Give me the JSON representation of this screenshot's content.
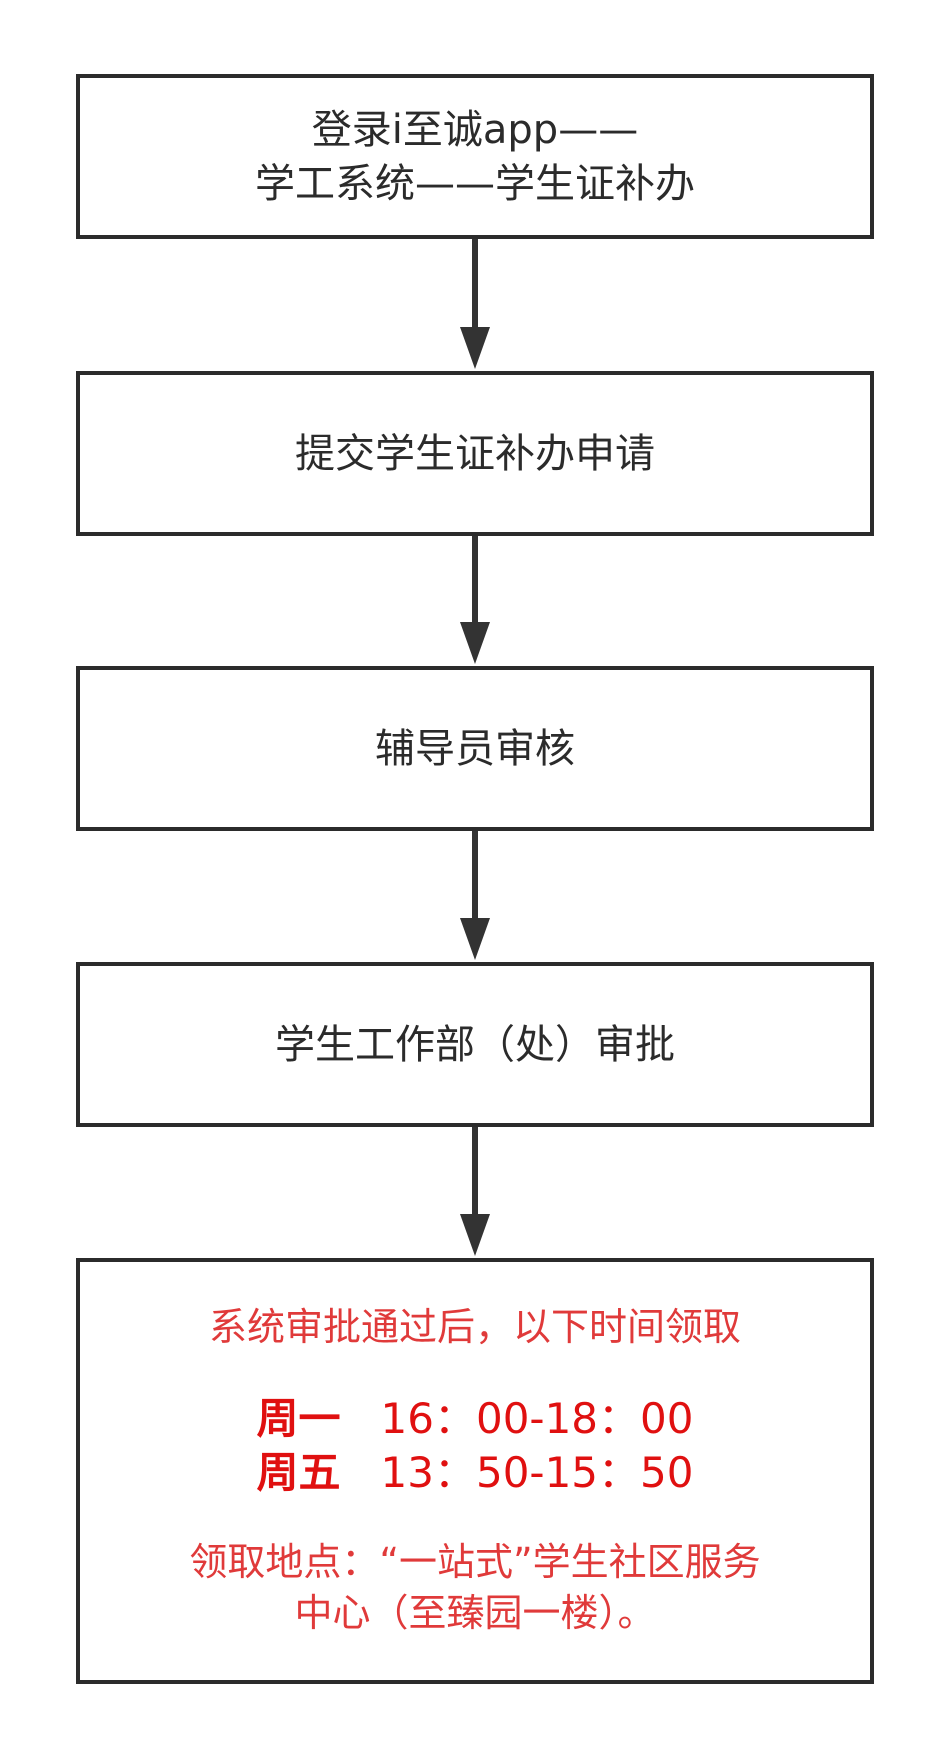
{
  "steps": [
    {
      "lines": [
        "登录i至诚app——",
        "学工系统——学生证补办"
      ]
    },
    {
      "lines": [
        "提交学生证补办申请"
      ]
    },
    {
      "lines": [
        "辅导员审核"
      ]
    },
    {
      "lines": [
        "学生工作部（处）审批"
      ]
    }
  ],
  "final": {
    "intro": "系统审批通过后，以下时间领取",
    "schedule": [
      {
        "day": "周一",
        "time": "16：00-18：00"
      },
      {
        "day": "周五",
        "time": "13：50-15：50"
      }
    ],
    "location_lines": [
      "领取地点：“一站式”学生社区服务",
      "中心（至臻园一楼）。"
    ]
  },
  "colors": {
    "stroke": "#2b2b2b",
    "note_text": "#e03a3a",
    "schedule_text": "#e01010"
  }
}
